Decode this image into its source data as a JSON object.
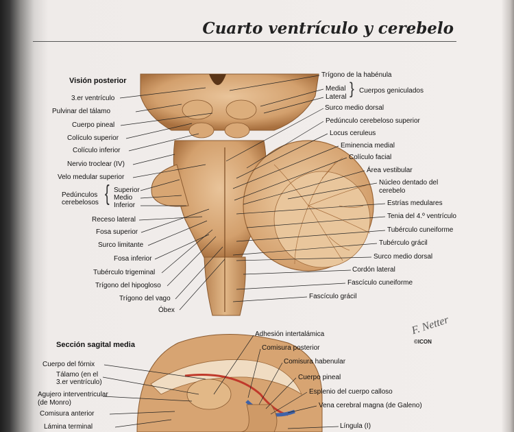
{
  "page_title": "Cuarto ventrículo y cerebelo",
  "posterior": {
    "heading": "Visión posterior",
    "left_labels": [
      "3.er ventrículo",
      "Pulvinar del tálamo",
      "Cuerpo pineal",
      "Colículo superior",
      "Colículo inferior",
      "Nervio troclear (IV)",
      "Velo medular superior",
      "Receso lateral",
      "Fosa superior",
      "Surco limitante",
      "Fosa inferior",
      "Tubérculo trigeminal",
      "Trígono del hipogloso",
      "Trígono del vago",
      "Óbex"
    ],
    "peduncles": {
      "group_label_1": "Pedúnculos",
      "group_label_2": "cerebelosos",
      "items": [
        "Superior",
        "Medio",
        "Inferior"
      ]
    },
    "right_labels": [
      "Trígono de la habénula",
      "Surco medio dorsal",
      "Pedúnculo cerebeloso superior",
      "Locus ceruleus",
      "Eminencia medial",
      "Colículo facial",
      "Área vestibular",
      "Núcleo dentado del",
      "cerebelo",
      "Estrías medulares",
      "Tenia del 4.º ventrículo",
      "Tubérculo cuneiforme",
      "Tubérculo grácil",
      "Surco medio dorsal",
      "Cordón lateral",
      "Fascículo cuneiforme",
      "Fascículo grácil"
    ],
    "geniculate": {
      "medial": "Medial",
      "lateral": "Lateral",
      "group": "Cuerpos geniculados"
    }
  },
  "sagittal": {
    "heading": "Sección sagital media",
    "left_labels": [
      "Cuerpo del fórnix",
      "Tálamo (en el",
      "3.er ventrículo)",
      "Agujero interventricular",
      "(de Monro)",
      "Comisura anterior",
      "Lámina terminal"
    ],
    "right_labels": [
      "Adhesión intertalámica",
      "Comisura posterior",
      "Comisura habenular",
      "Cuerpo pineal",
      "Esplenio del cuerpo calloso",
      "Vena cerebral magna (de Galeno)",
      "Língula (I)"
    ]
  },
  "credits": {
    "signature": "F. Netter",
    "logo": "©ICON"
  },
  "colors": {
    "tissue": "#d9ac7c",
    "tissue_dark": "#b47c4a",
    "cerebellum_cut": "#e6c097",
    "vein_blue": "#3f63a8",
    "vein_red": "#c0392b"
  }
}
